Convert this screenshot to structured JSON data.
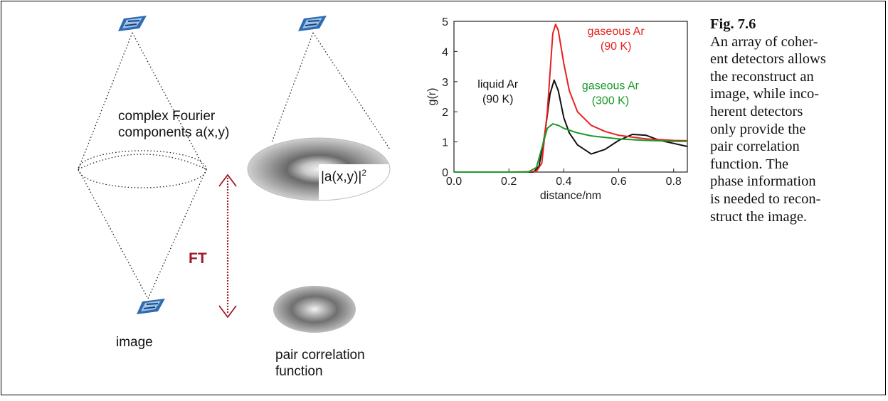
{
  "diagram": {
    "labels": {
      "fourier": "complex Fourier components a(x,y)",
      "intensity": "|a(x,y)|",
      "intensity_exp": "2",
      "ft": "FT",
      "image": "image",
      "pair": "pair correlation function"
    },
    "colors": {
      "ft_arrow": "#9b1c2a",
      "tile_blue": "#2f6bb0"
    }
  },
  "chart_data": {
    "type": "line",
    "xlabel": "distance/nm",
    "ylabel": "g(r)",
    "xlim": [
      0.0,
      0.85
    ],
    "ylim": [
      0,
      5
    ],
    "xticks": [
      0.0,
      0.2,
      0.4,
      0.6,
      0.8
    ],
    "xtick_labels": [
      "0.0",
      "0.2",
      "0.4",
      "0.6",
      "0.8"
    ],
    "yticks": [
      0,
      1,
      2,
      3,
      4,
      5
    ],
    "ytick_labels": [
      "0",
      "1",
      "2",
      "3",
      "4",
      "5"
    ],
    "grid": false,
    "series": [
      {
        "name": "liquid Ar (90 K)",
        "color": "#111111",
        "x": [
          0.0,
          0.1,
          0.2,
          0.29,
          0.31,
          0.33,
          0.35,
          0.365,
          0.38,
          0.4,
          0.42,
          0.45,
          0.5,
          0.55,
          0.6,
          0.65,
          0.7,
          0.75,
          0.8,
          0.85
        ],
        "y": [
          0.0,
          0.0,
          0.0,
          0.0,
          0.2,
          1.2,
          2.6,
          3.05,
          2.7,
          1.8,
          1.3,
          0.9,
          0.6,
          0.75,
          1.05,
          1.25,
          1.22,
          1.05,
          0.95,
          0.85
        ]
      },
      {
        "name": "gaseous Ar (90 K)",
        "color": "#e8201e",
        "x": [
          0.0,
          0.1,
          0.2,
          0.3,
          0.32,
          0.34,
          0.36,
          0.37,
          0.38,
          0.4,
          0.42,
          0.45,
          0.5,
          0.55,
          0.6,
          0.7,
          0.8,
          0.85
        ],
        "y": [
          0.0,
          0.0,
          0.0,
          0.02,
          0.3,
          2.0,
          4.6,
          4.9,
          4.7,
          3.6,
          2.7,
          2.0,
          1.55,
          1.35,
          1.22,
          1.1,
          1.05,
          1.04
        ]
      },
      {
        "name": "gaseous Ar (300 K)",
        "color": "#1a9a2a",
        "x": [
          0.0,
          0.1,
          0.2,
          0.27,
          0.3,
          0.32,
          0.34,
          0.36,
          0.38,
          0.4,
          0.45,
          0.5,
          0.6,
          0.7,
          0.8,
          0.85
        ],
        "y": [
          0.0,
          0.0,
          0.0,
          0.0,
          0.15,
          0.8,
          1.45,
          1.6,
          1.55,
          1.45,
          1.3,
          1.2,
          1.1,
          1.05,
          1.02,
          1.02
        ]
      }
    ],
    "annotations": [
      {
        "lines": [
          "liquid Ar",
          "(90 K)"
        ],
        "color": "#111111"
      },
      {
        "lines": [
          "gaseous Ar",
          "(90 K)"
        ],
        "color": "#e8201e"
      },
      {
        "lines": [
          "gaseous Ar",
          "(300 K)"
        ],
        "color": "#1a9a2a"
      }
    ]
  },
  "caption": {
    "figure_label": "Fig. 7.6",
    "text": "An array of coher-\nent detectors allows\nthe reconstruct an\nimage, while inco-\nherent detectors\nonly provide the\npair correlation\nfunction.  The\nphase information\nis needed to recon-\nstruct the image."
  }
}
